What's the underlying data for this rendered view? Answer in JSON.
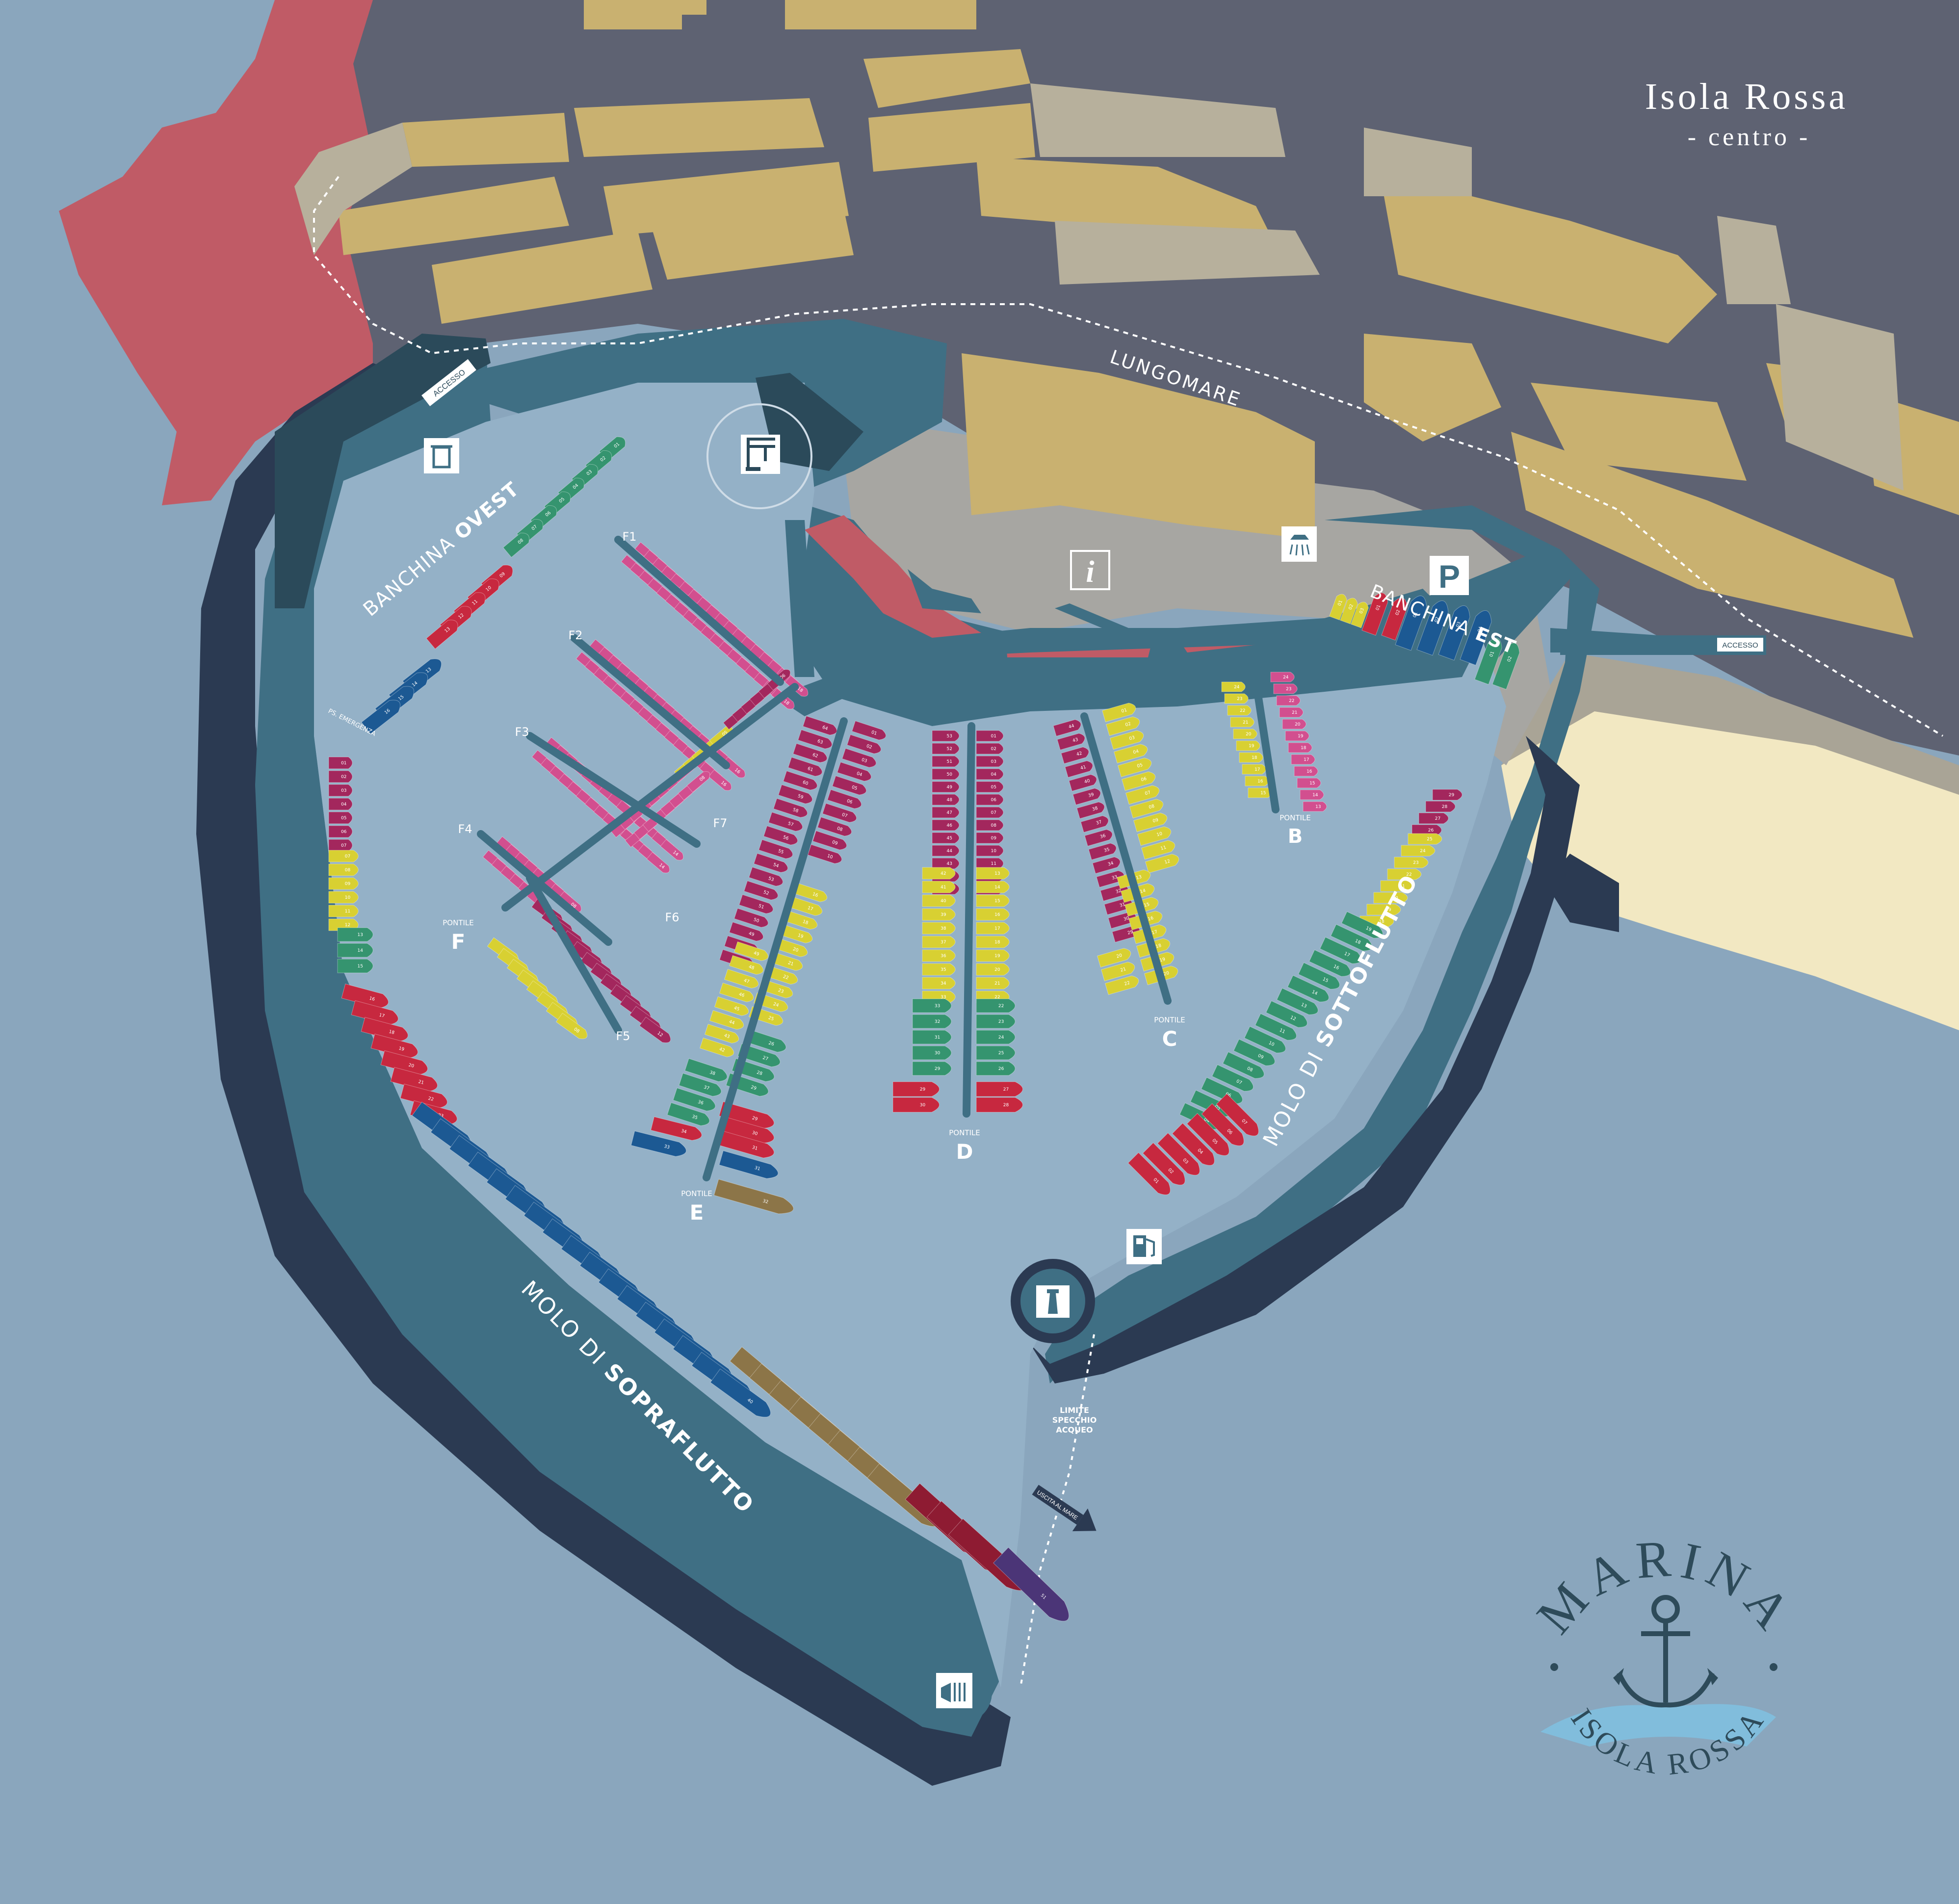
{
  "header": {
    "title": "Isola Rossa",
    "subtitle": "- centro -"
  },
  "streets": {
    "lungomare": "LUNGOMARE"
  },
  "access": {
    "west": "ACCESSO",
    "east": "ACCESSO"
  },
  "quays": {
    "ovest_prefix": "BANCHINA",
    "ovest_bold": "OVEST",
    "est_prefix": "BANCHINA",
    "est_bold": "EST",
    "soprafl_prefix": "MOLO DI",
    "soprafl_bold": "SOPRAFLUTTO",
    "sottofl_prefix": "MOLO DI",
    "sottofl_bold": "SOTTOFLUTTO",
    "emergenza": "PS. EMERGENZA"
  },
  "pontili": {
    "small_label": "PONTILE",
    "B": "B",
    "C": "C",
    "D": "D",
    "E": "E",
    "F": "F",
    "F1": "F1",
    "F2": "F2",
    "F3": "F3",
    "F4": "F4",
    "F5": "F5",
    "F6": "F6",
    "F7": "F7"
  },
  "limits": {
    "line1": "LIMITE",
    "line2": "SPECCHIO",
    "line3": "ACQUEO",
    "exit": "USCITA AL MARE"
  },
  "icons": {
    "trash": "recycle-bin-icon",
    "crane": "crane-icon",
    "info": "info-icon",
    "shower": "shower-icon",
    "parking": "parking-icon",
    "fuel": "fuel-pump-icon",
    "lighthouse": "lighthouse-icon",
    "signal": "signal-light-icon"
  },
  "logo": {
    "top": "MARINA",
    "bottom": "ISOLA ROSSA"
  },
  "colors": {
    "sea": "#8aa6bd",
    "harbor_water": "#94b1c7",
    "quay": "#3f6f84",
    "breakwater": "#2b3a52",
    "land": "#5e6272",
    "buildings": "#c9b170",
    "pavement": "#b7b09c",
    "red_rock": "#c05b66",
    "beach": "#f2e8c2",
    "berth_pink": "#d24f8f",
    "berth_magenta": "#a3275d",
    "berth_yellow": "#d8d032",
    "berth_green": "#35946f",
    "berth_red": "#c7283f",
    "berth_blue": "#1c5993",
    "berth_brown": "#8c7548",
    "berth_darkred": "#8e1b32",
    "berth_purple": "#4b3577"
  }
}
